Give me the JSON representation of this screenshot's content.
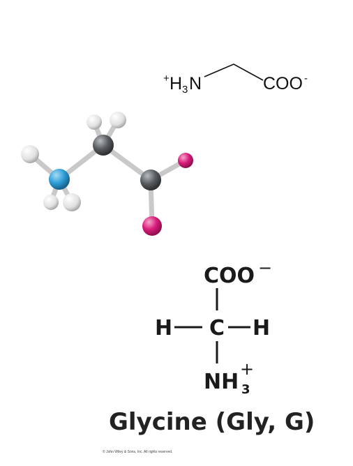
{
  "skeletal_formula": {
    "left_group": {
      "h": "H",
      "sub": "3",
      "n": "N",
      "charge": "+"
    },
    "right_group": {
      "text": "COO",
      "charge": "-"
    }
  },
  "ball_and_stick": {
    "atom_colors": {
      "hydrogen": "#e8e8e8",
      "carbon": "#5a5d60",
      "nitrogen": "#2f9fd8",
      "oxygen": "#d81b7a",
      "bond": "#c9c9c9"
    }
  },
  "fischer": {
    "top": "COO",
    "top_charge": "−",
    "left": "H",
    "center": "C",
    "right": "H",
    "bottom": "NH",
    "bottom_sub": "3",
    "bottom_charge": "+"
  },
  "title": "Glycine (Gly, G)",
  "copyright": "© John Wiley & Sons, Inc. All rights reserved."
}
